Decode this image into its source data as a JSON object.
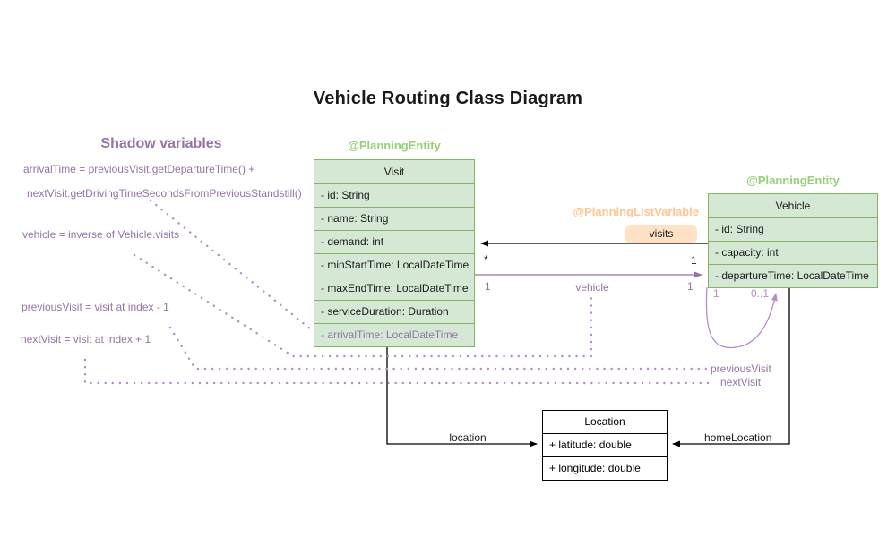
{
  "title": "Vehicle Routing Class Diagram",
  "colors": {
    "green_fill": "#d5e8d4",
    "green_stroke": "#82b366",
    "green_annotation_text": "#97d077",
    "purple": "#9673a6",
    "light_purple": "#b58cc9",
    "orange_annotation_text": "#ffc592",
    "orange_badge_fill": "#ffe2c5",
    "black": "#000000"
  },
  "shadow_panel": {
    "heading": "Shadow variables",
    "lines": [
      "arrivalTime = previousVisit.getDepartureTime() +",
      "nextVisit.getDrivingTimeSecondsFromPreviousStandstill()",
      "vehicle = inverse of Vehicle.visits",
      "previousVisit = visit at index - 1",
      "nextVisit = visit at index + 1"
    ]
  },
  "classes": {
    "visit": {
      "annotation": "@PlanningEntity",
      "name": "Visit",
      "attributes": [
        "- id: String",
        "- name: String",
        "- demand: int",
        "- minStartTime: LocalDateTime",
        "- maxEndTime: LocalDateTime",
        "- serviceDuration: Duration"
      ],
      "shadow_attribute": "- arrivalTime: LocalDateTime"
    },
    "vehicle": {
      "annotation": "@PlanningEntity",
      "list_variable_annotation": "@PlanningListVariable",
      "name": "Vehicle",
      "attributes": [
        "- id: String",
        "- capacity: int",
        "- departureTime: LocalDateTime"
      ]
    },
    "location": {
      "name": "Location",
      "attributes": [
        "+ latitude: double",
        "+ longitude: double"
      ]
    }
  },
  "edges": {
    "visits": {
      "label": "visits",
      "target_mult": "*",
      "source_mult": "1"
    },
    "vehicle": {
      "label": "vehicle",
      "left_mult": "1",
      "right_mult": "1"
    },
    "self_loop": {
      "left_mult": "1",
      "right_mult": "0..1"
    },
    "previous_visit": {
      "label": "previousVisit"
    },
    "next_visit": {
      "label": "nextVisit"
    },
    "location": {
      "label": "location"
    },
    "home_location": {
      "label": "homeLocation"
    }
  }
}
